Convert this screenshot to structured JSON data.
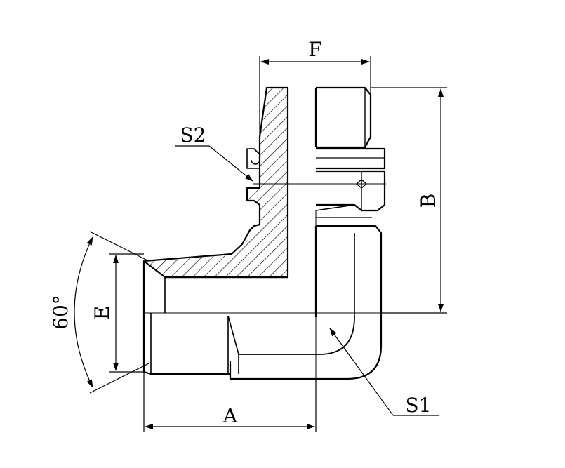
{
  "labels": {
    "F": "F",
    "S2": "S2",
    "B": "B",
    "E": "E",
    "angle": "60°",
    "A": "A",
    "S1": "S1"
  },
  "colors": {
    "stroke": "#000000",
    "background": "#ffffff"
  }
}
